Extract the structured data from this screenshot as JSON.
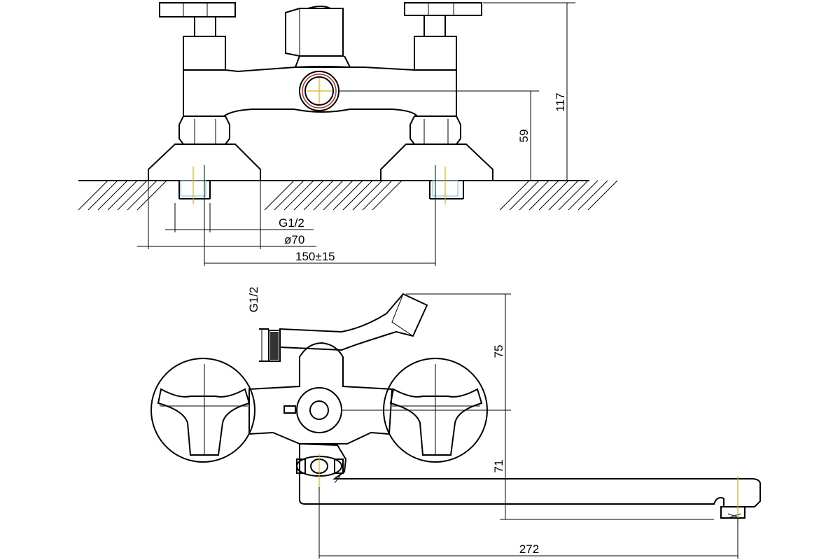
{
  "dimensions": {
    "top_view": {
      "height_total": "117",
      "height_outlet": "59",
      "thread": "G1/2",
      "flange_diameter": "ø70",
      "center_distance": "150±15"
    },
    "side_view": {
      "thread": "G1/2",
      "height_upper": "75",
      "height_lower": "71",
      "spout_length": "272"
    }
  },
  "colors": {
    "line": "#000000",
    "axis_yellow": "#e2b007",
    "axis_red": "#b03020",
    "axis_cyan": "#7fd3e6"
  }
}
